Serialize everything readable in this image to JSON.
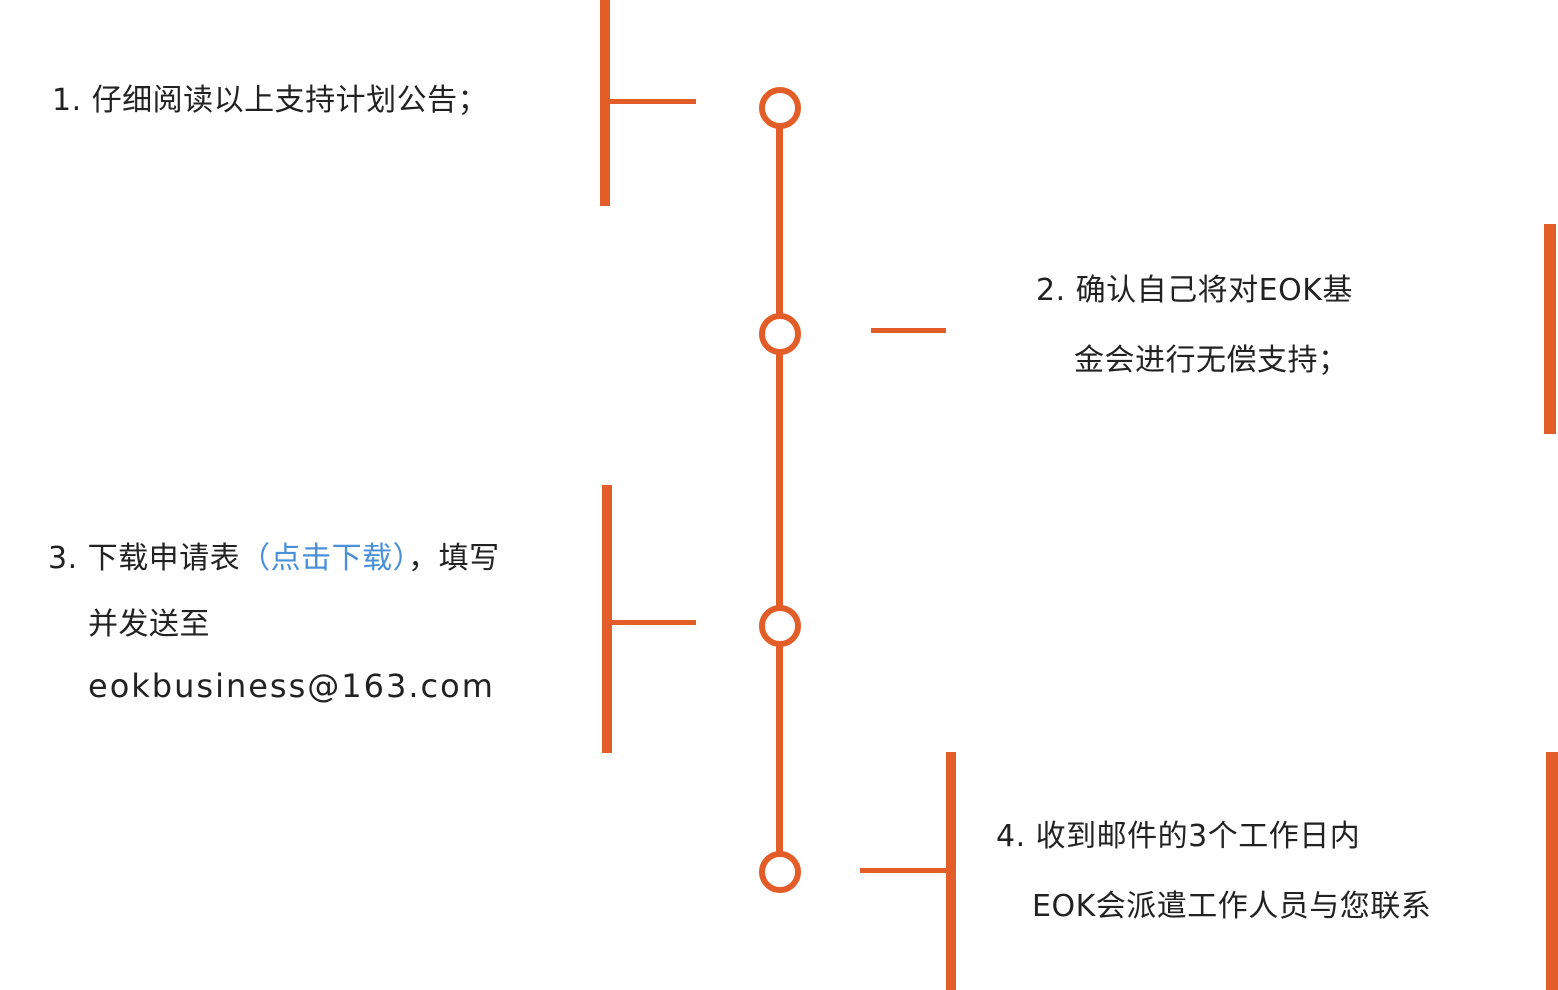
{
  "colors": {
    "accent": "#e35d29",
    "text": "#222222",
    "link": "#4a90d9"
  },
  "steps": [
    {
      "line1": "1. 仔细阅读以上支持计划公告；"
    },
    {
      "line1": "2. 确认自己将对EOK基",
      "line2": "金会进行无偿支持；"
    },
    {
      "line1_prefix": "3. 下载申请表",
      "link": "（点击下载）",
      "line1_suffix": "，填写",
      "line2": "并发送至",
      "email": "eokbusiness@163.com"
    },
    {
      "line1": "4. 收到邮件的3个工作日内",
      "line2": "EOK会派遣工作人员与您联系"
    }
  ]
}
